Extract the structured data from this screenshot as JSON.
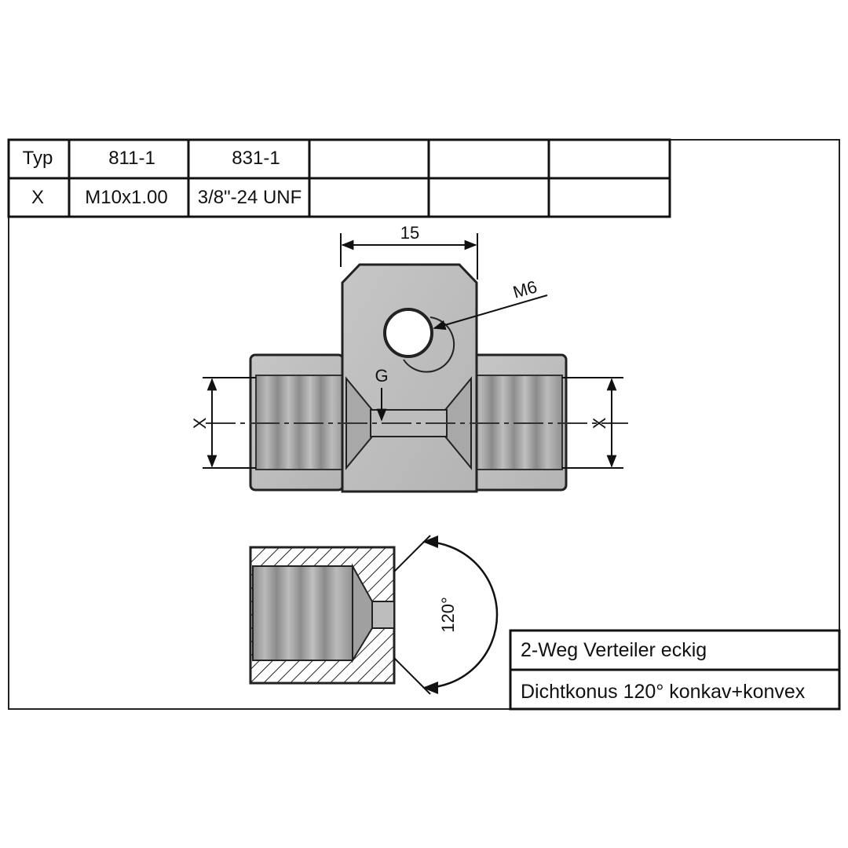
{
  "spec_table": {
    "header_row": [
      "Typ",
      "811-1",
      "831-1",
      "",
      "",
      ""
    ],
    "value_row": [
      "X",
      "M10x1.00",
      "3/8\"-24 UNF",
      "",
      "",
      ""
    ]
  },
  "dimensions": {
    "width": "15",
    "tapped_hole": "M6",
    "bore": "G",
    "port_left": "X",
    "port_right": "X",
    "cone_angle": "120°"
  },
  "title_block": {
    "line1": "2-Weg Verteiler eckig",
    "line2": "Dichtkonus 120° konkav+konvex"
  }
}
